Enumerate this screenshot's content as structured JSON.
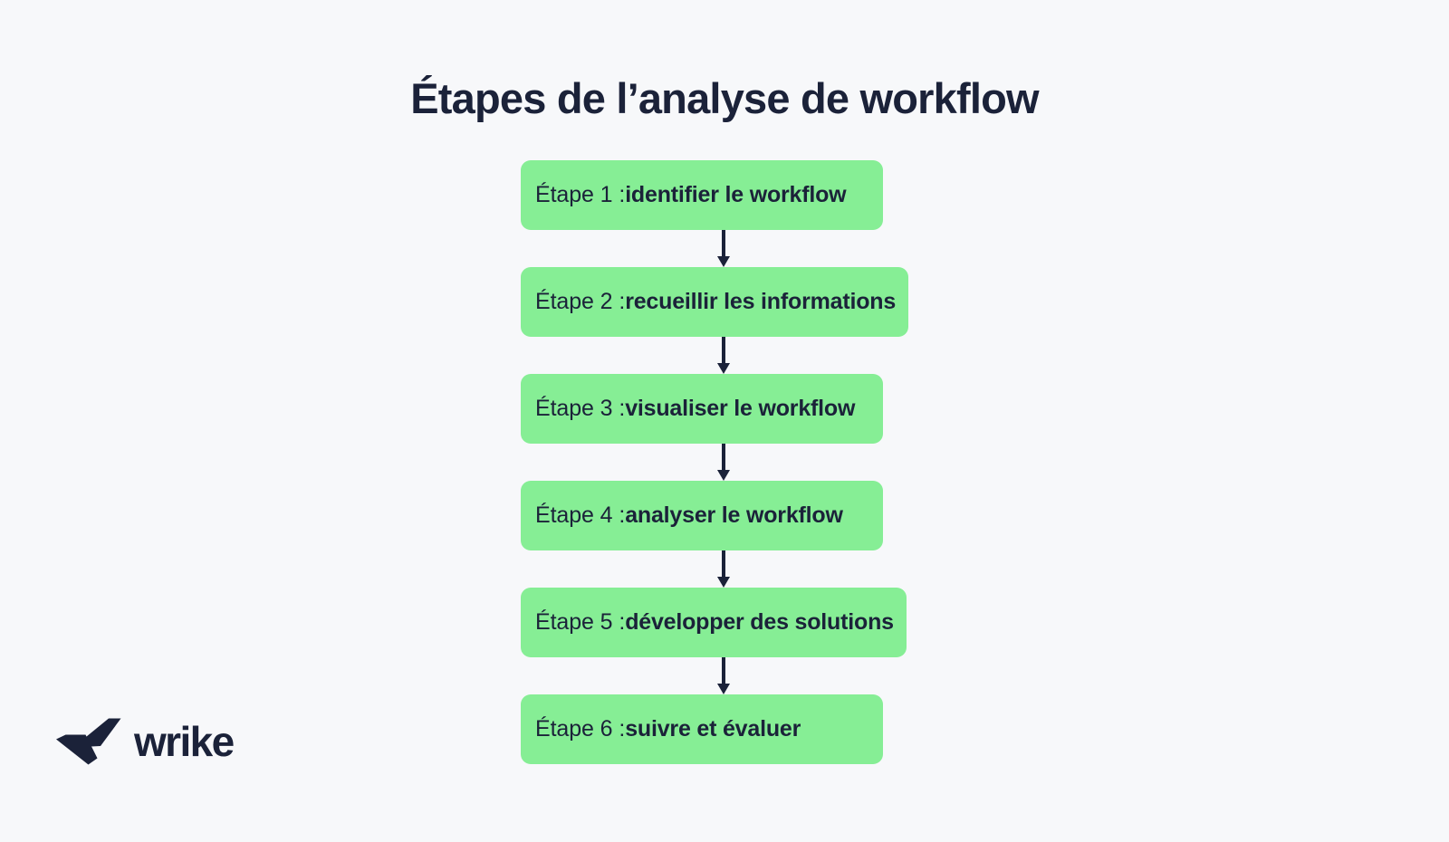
{
  "page": {
    "title": "Étapes de l’analyse de workflow",
    "background_color": "#f7f8fa",
    "text_color": "#1b2239",
    "accent_color": "#86ee95"
  },
  "flow": {
    "steps": [
      {
        "label": "Étape 1 : ",
        "title": "identifier le workflow"
      },
      {
        "label": "Étape 2 : ",
        "title": "recueillir les informations"
      },
      {
        "label": "Étape 3 : ",
        "title": "visualiser le workflow"
      },
      {
        "label": "Étape 4 : ",
        "title": "analyser le workflow"
      },
      {
        "label": "Étape 5 : ",
        "title": "développer des solutions"
      },
      {
        "label": "Étape 6 : ",
        "title": "suivre et évaluer"
      }
    ],
    "connector_icon": "arrow-down-icon"
  },
  "logo": {
    "mark_icon": "wrike-checkmark-icon",
    "wordmark": "wrike"
  }
}
